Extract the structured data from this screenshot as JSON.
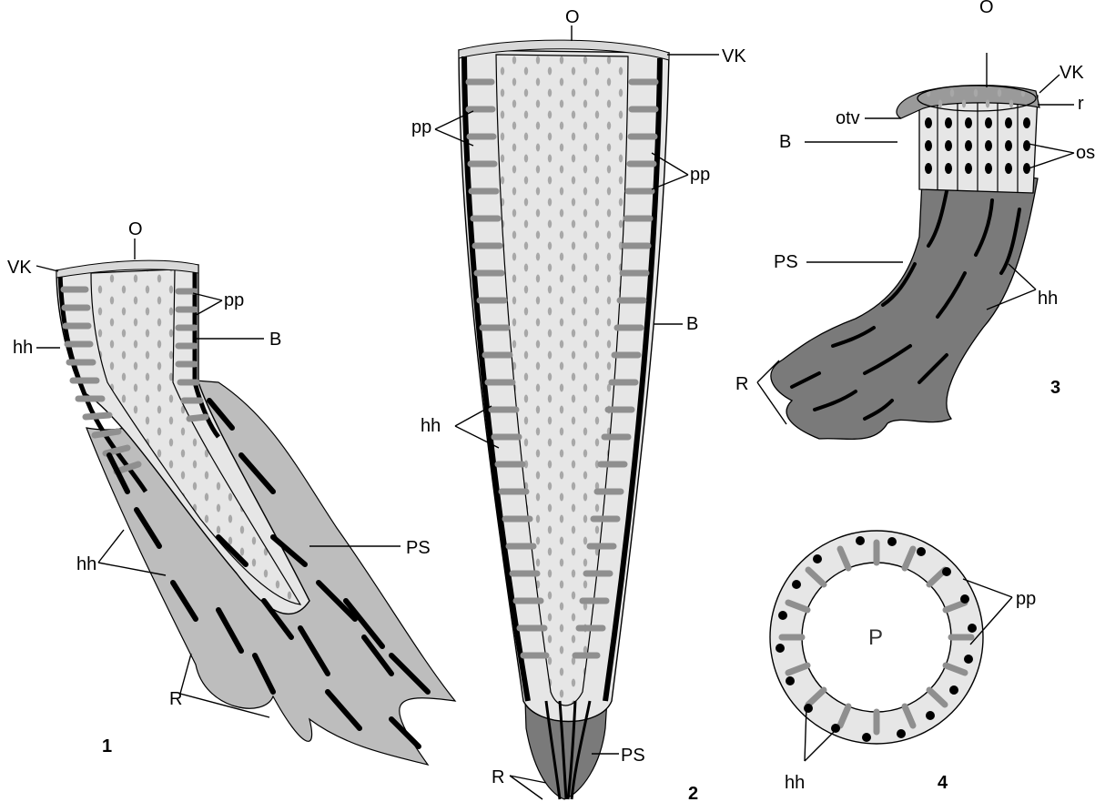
{
  "figure": {
    "labels": {
      "O": "O",
      "VK": "VK",
      "pp": "pp",
      "hh": "hh",
      "B": "B",
      "PS": "PS",
      "R": "R",
      "otv": "otv",
      "r": "r",
      "os": "os",
      "P": "P"
    },
    "panel_numbers": [
      "1",
      "2",
      "3",
      "4"
    ]
  },
  "colors": {
    "wall_light": "#e6e6e6",
    "peg_gray": "#8f8f8f",
    "root_gray": "#bdbdbd",
    "dark_gray": "#7a7a7a",
    "black_bar": "#000000"
  }
}
